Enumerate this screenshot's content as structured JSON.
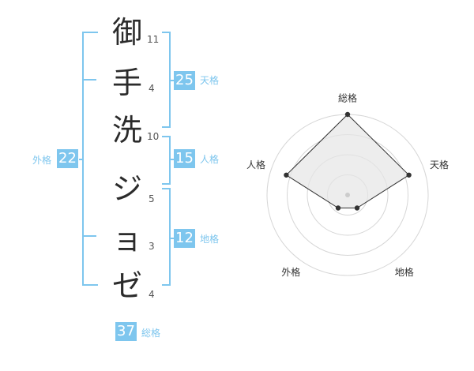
{
  "name": {
    "chars": [
      {
        "char": "御",
        "strokes": "11"
      },
      {
        "char": "手",
        "strokes": "4"
      },
      {
        "char": "洗",
        "strokes": "10"
      },
      {
        "char": "ジ",
        "strokes": "5"
      },
      {
        "char": "ョ",
        "strokes": "3"
      },
      {
        "char": "ゼ",
        "strokes": "4"
      }
    ]
  },
  "fortune": {
    "tenkaku": {
      "value": "25",
      "label": "天格"
    },
    "jinkaku": {
      "value": "15",
      "label": "人格"
    },
    "chikaku": {
      "value": "12",
      "label": "地格"
    },
    "gaikaku": {
      "value": "22",
      "label": "外格"
    },
    "soukaku": {
      "value": "37",
      "label": "総格"
    }
  },
  "chart_data": {
    "type": "radar",
    "axes": [
      "総格",
      "天格",
      "地格",
      "外格",
      "人格"
    ],
    "values": [
      5,
      4,
      1,
      1,
      4
    ],
    "max": 5,
    "rings": 4,
    "colors": {
      "line": "#333333",
      "fill": "#e6e6e6",
      "ring": "#d6d6d6",
      "center": "#cccccc"
    }
  }
}
